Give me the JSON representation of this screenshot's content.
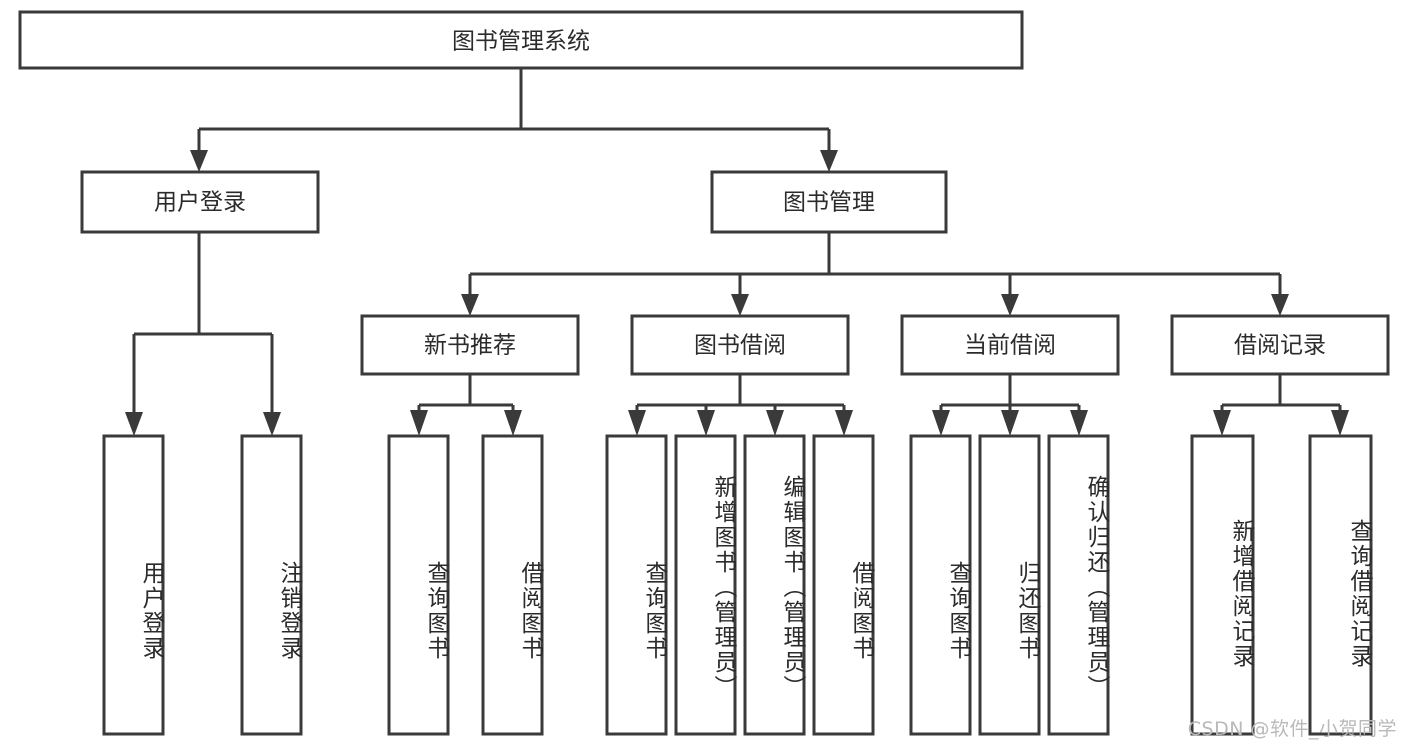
{
  "diagram": {
    "title": "图书管理系统",
    "type": "tree",
    "colors": {
      "box_stroke": "#3a3a3a",
      "box_fill": "#ffffff",
      "text": "#2b2b2b",
      "background": "#ffffff",
      "watermark": "#b9b9b9"
    },
    "root": {
      "label": "图书管理系统"
    },
    "level2": [
      {
        "label": "用户登录"
      },
      {
        "label": "图书管理"
      }
    ],
    "level3": [
      {
        "label": "新书推荐"
      },
      {
        "label": "图书借阅"
      },
      {
        "label": "当前借阅"
      },
      {
        "label": "借阅记录"
      }
    ],
    "leaves": {
      "user_login": [
        {
          "label": "用户登录"
        },
        {
          "label": "注销登录"
        }
      ],
      "new_book_recommend": [
        {
          "label": "查询图书"
        },
        {
          "label": "借阅图书"
        }
      ],
      "book_borrow": [
        {
          "label": "查询图书"
        },
        {
          "label": "新增图书（管理员）"
        },
        {
          "label": "编辑图书（管理员）"
        },
        {
          "label": "借阅图书"
        }
      ],
      "current_borrow": [
        {
          "label": "查询图书"
        },
        {
          "label": "归还图书"
        },
        {
          "label": "确认归还（管理员）"
        }
      ],
      "borrow_record": [
        {
          "label": "新增借阅记录"
        },
        {
          "label": "查询借阅记录"
        }
      ]
    }
  },
  "watermark": {
    "text": "CSDN @软件_小贺同学"
  }
}
